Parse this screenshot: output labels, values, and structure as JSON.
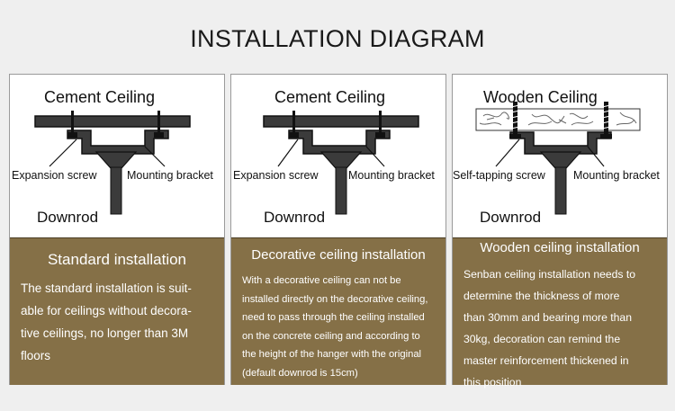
{
  "title": "INSTALLATION DIAGRAM",
  "colors": {
    "box_bg": "#857047",
    "metal": "#3b3b3b",
    "line": "#111111"
  },
  "panels": [
    {
      "ceiling_label": "Cement Ceiling",
      "screw_label": "Expansion screw",
      "bracket_label": "Mounting bracket",
      "downrod_label": "Downrod",
      "box_title": "Standard installation",
      "box_lines": [
        "The standard installation is suit-",
        "able for ceilings without decora-",
        "tive ceilings, no longer than 3M",
        "floors"
      ]
    },
    {
      "ceiling_label": "Cement Ceiling",
      "screw_label": "Expansion screw",
      "bracket_label": "Mounting bracket",
      "downrod_label": "Downrod",
      "box_title": "Decorative ceiling installation",
      "box_lines": [
        "With a decorative ceiling can not be",
        "installed directly on the decorative ceiling,",
        "need to pass through the ceiling installed",
        "on the concrete ceiling and according to",
        "the height of the hanger with the original",
        "(default downrod is 15cm)"
      ]
    },
    {
      "ceiling_label": "Wooden Ceiling",
      "screw_label": "Self-tapping screw",
      "bracket_label": "Mounting bracket",
      "downrod_label": "Downrod",
      "box_title": "Wooden ceiling installation",
      "box_lines": [
        "Senban ceiling installation needs to",
        "determine the thickness of more",
        "than 30mm and bearing more than",
        "30kg, decoration can remind the",
        "master reinforcement thickened in",
        "this position"
      ]
    }
  ]
}
